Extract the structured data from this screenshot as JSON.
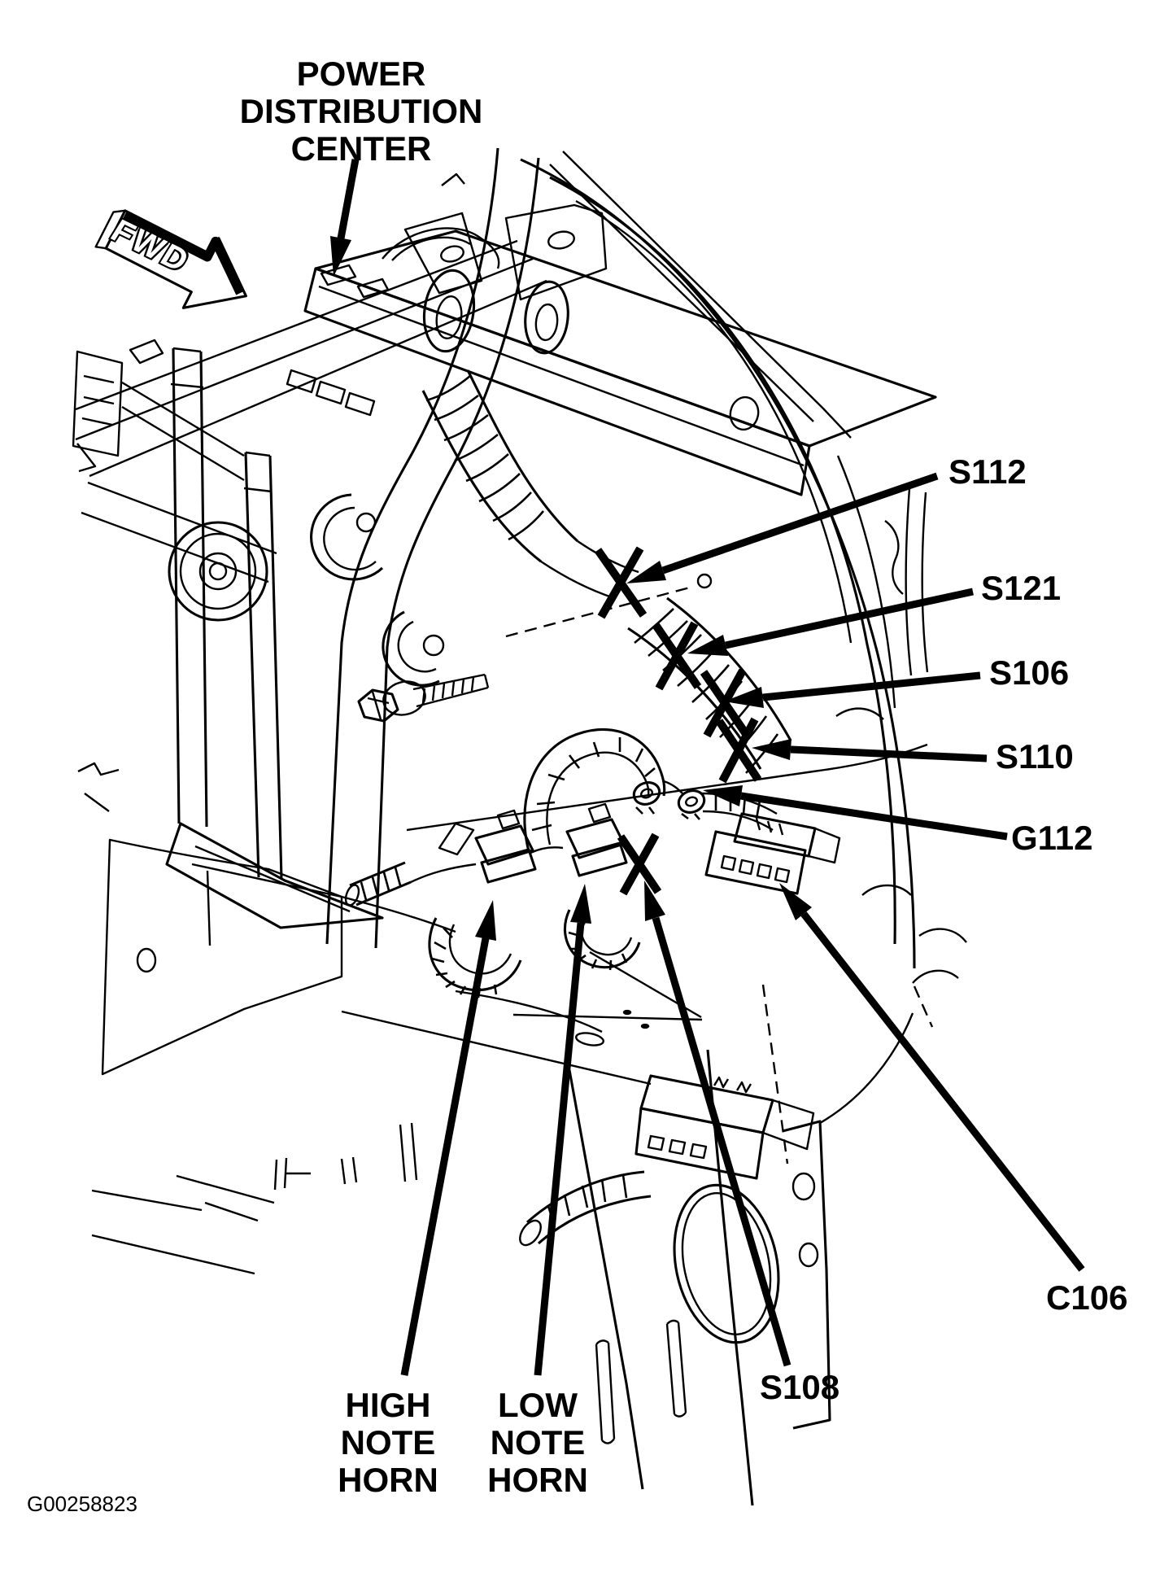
{
  "figure": {
    "id": "G00258823",
    "orientation_label": "FWD",
    "background_color": "#ffffff",
    "line_color": "#000000"
  },
  "callouts": {
    "pdc": "POWER\nDISTRIBUTION\nCENTER",
    "s112": "S112",
    "s121": "S121",
    "s106": "S106",
    "s110": "S110",
    "g112": "G112",
    "c106": "C106",
    "s108": "S108",
    "high_horn": "HIGH\nNOTE\nHORN",
    "low_horn": "LOW\nNOTE\nHORN"
  }
}
